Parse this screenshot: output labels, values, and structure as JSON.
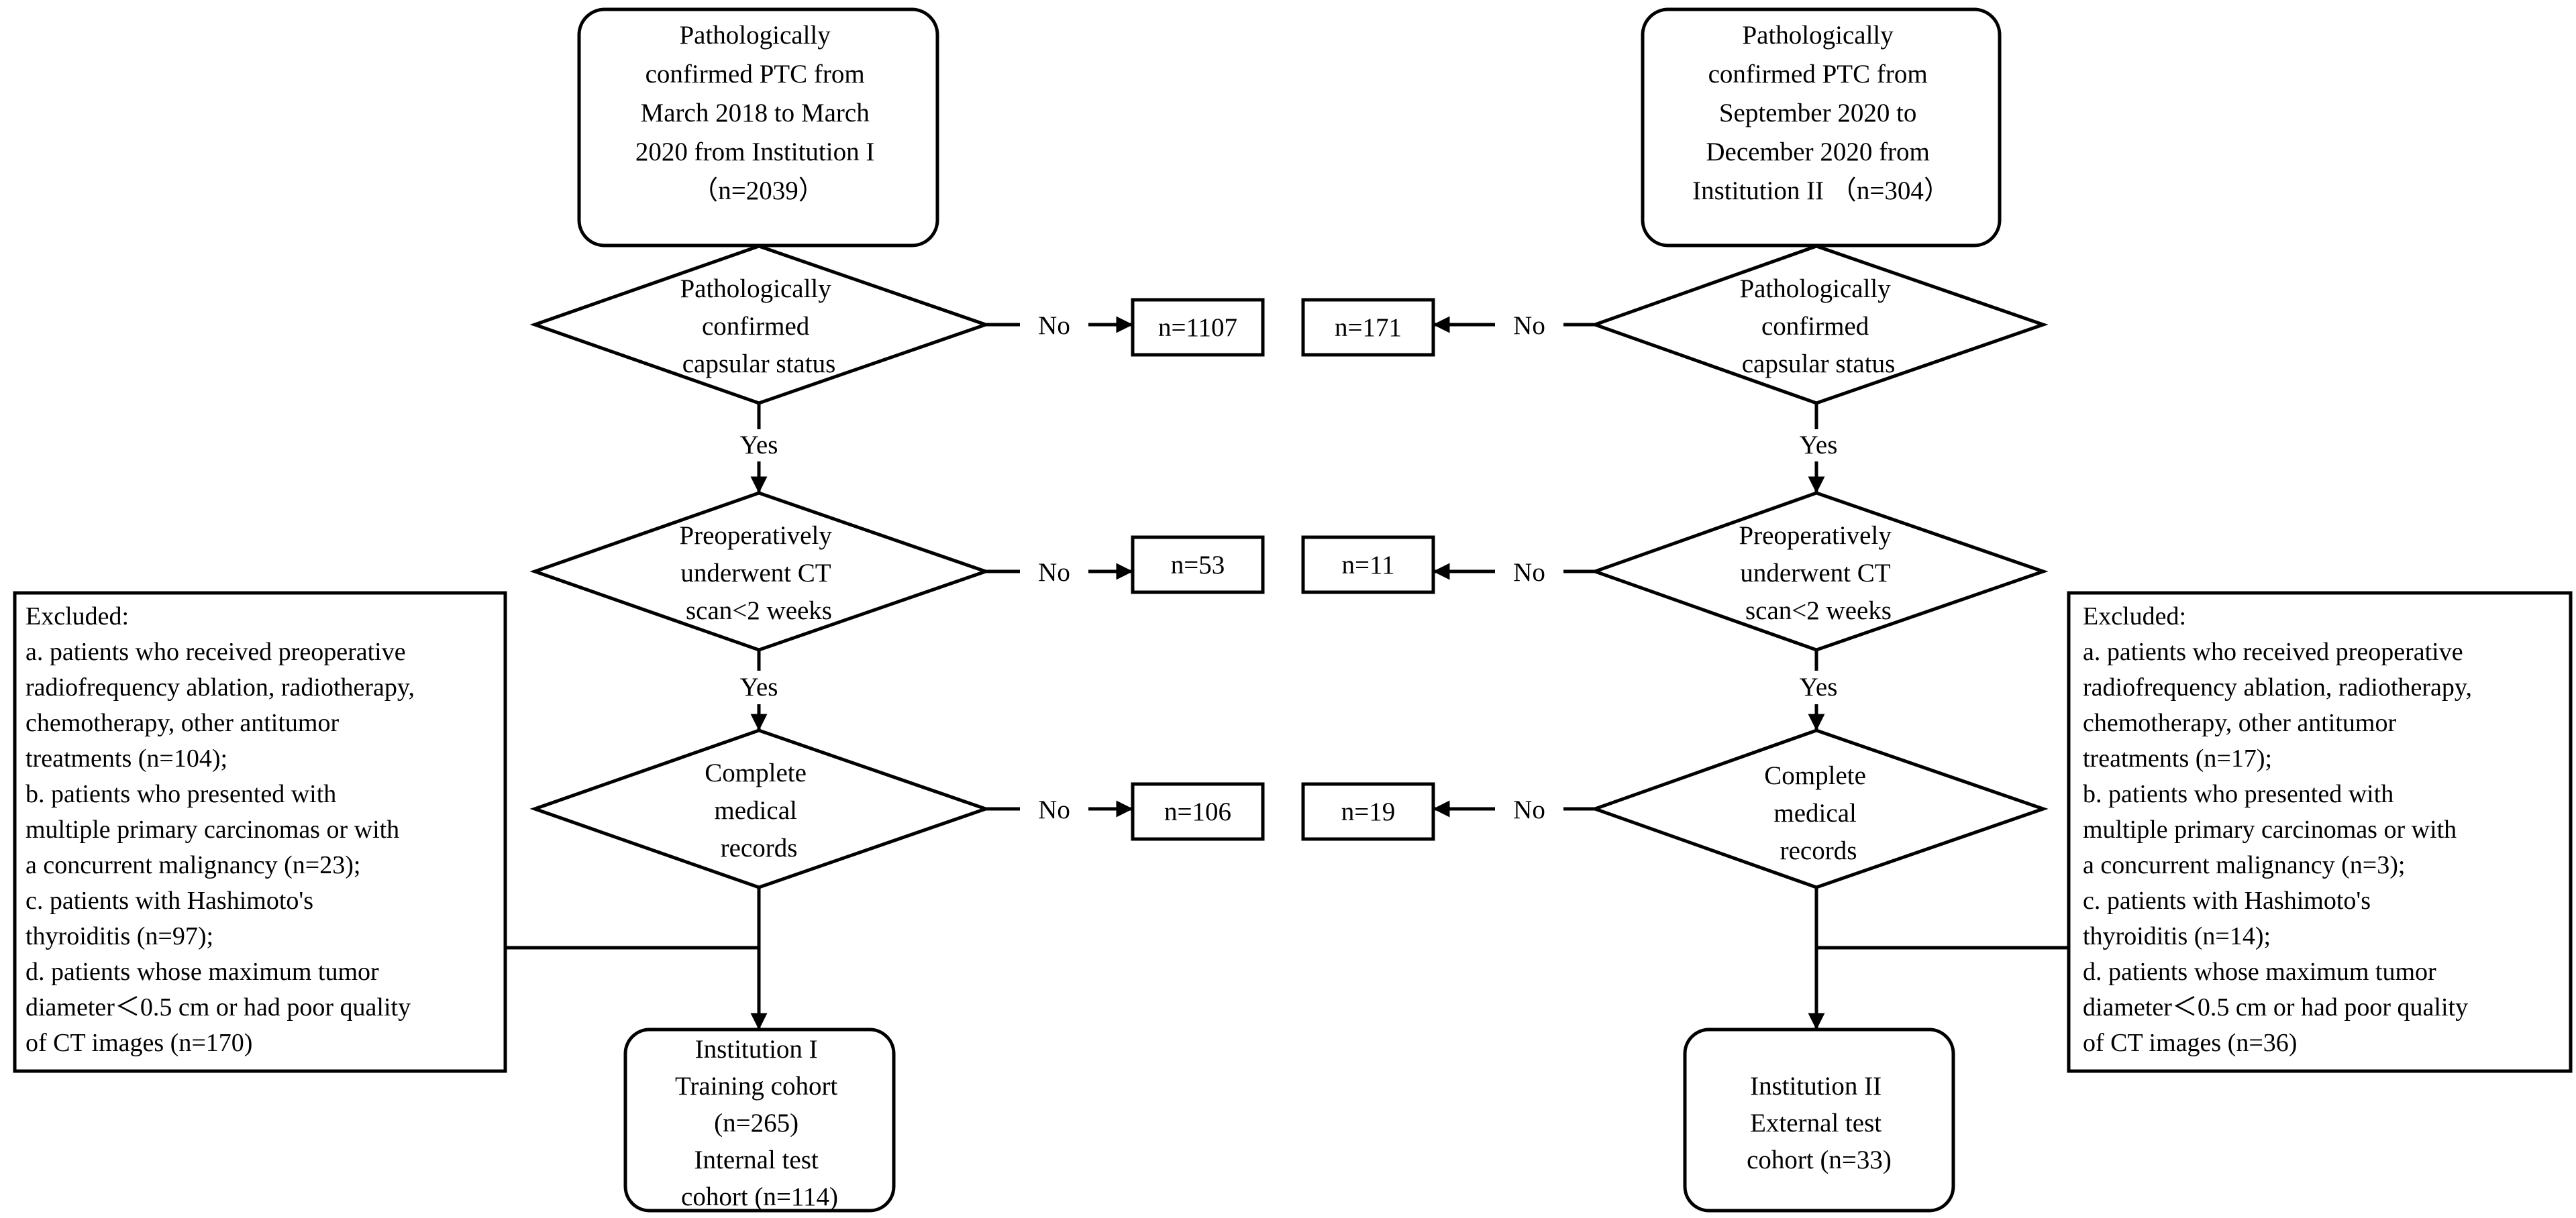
{
  "left": {
    "start_lines": [
      "Pathologically",
      "confirmed PTC from",
      "March 2018 to March",
      "2020 from Institution I",
      "（n=2039）"
    ],
    "d1_lines": [
      "Pathologically",
      "confirmed",
      "capsular status"
    ],
    "d2_lines": [
      "Preoperatively",
      "underwent CT",
      "scan<2 weeks"
    ],
    "d3_lines": [
      "Complete",
      "medical",
      "records"
    ],
    "no_label": "No",
    "yes_label": "Yes",
    "ex1": "n=1107",
    "ex2": "n=53",
    "ex3": "n=106",
    "excluded_lines": [
      "Excluded:",
      "a. patients who received preoperative",
      "radiofrequency ablation, radiotherapy,",
      "chemotherapy, other antitumor",
      "treatments (n=104);",
      "b. patients who presented with",
      "multiple primary carcinomas or with",
      "a concurrent malignancy (n=23);",
      "c. patients with Hashimoto's",
      "thyroiditis (n=97);",
      "d. patients whose maximum tumor",
      "diameter＜0.5 cm or had poor quality",
      "of CT images (n=170)"
    ],
    "end_lines": [
      "Institution I",
      "Training cohort",
      "(n=265)",
      "Internal test",
      "cohort (n=114)"
    ]
  },
  "right": {
    "start_lines": [
      "Pathologically",
      "confirmed PTC from",
      "September 2020 to",
      "December 2020 from",
      "Institution II （n=304）"
    ],
    "d1_lines": [
      "Pathologically",
      "confirmed",
      "capsular status"
    ],
    "d2_lines": [
      "Preoperatively",
      "underwent CT",
      "scan<2 weeks"
    ],
    "d3_lines": [
      "Complete",
      "medical",
      "records"
    ],
    "no_label": "No",
    "yes_label": "Yes",
    "ex1": "n=171",
    "ex2": "n=11",
    "ex3": "n=19",
    "excluded_lines": [
      "Excluded:",
      "a. patients who received preoperative",
      "radiofrequency ablation, radiotherapy,",
      "chemotherapy, other antitumor",
      "treatments (n=17);",
      "b. patients who presented with",
      "multiple primary carcinomas or with",
      "a concurrent malignancy (n=3);",
      "c. patients with Hashimoto's",
      "thyroiditis (n=14);",
      "d. patients whose maximum tumor",
      "diameter＜0.5 cm or had poor quality",
      "of CT images (n=36)"
    ],
    "end_lines": [
      "Institution II",
      "External test",
      "cohort (n=33)"
    ]
  }
}
